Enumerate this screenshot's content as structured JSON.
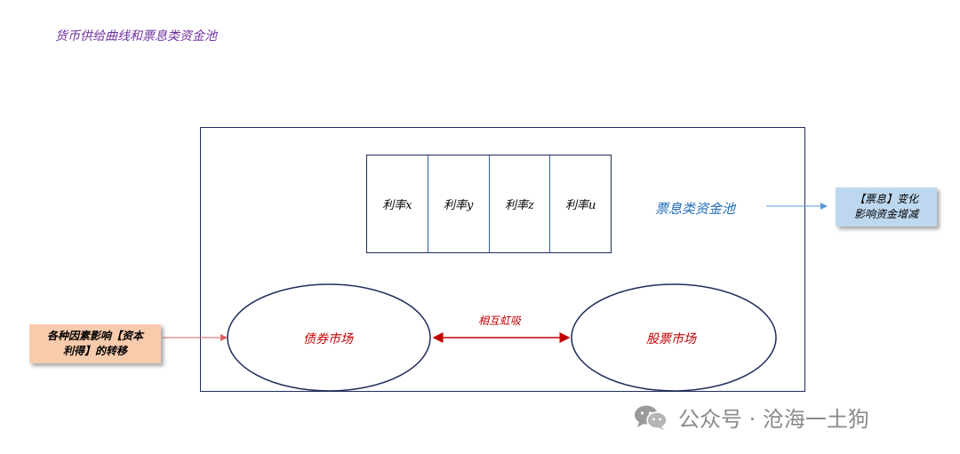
{
  "title": "货币供给曲线和票息类资金池",
  "rates": [
    "利率x",
    "利率y",
    "利率z",
    "利率u"
  ],
  "pool_label": "票息类资金池",
  "right_box": {
    "line1": "【票息】变化",
    "line2": "影响资金增减"
  },
  "left_box": {
    "line1": "各种因素影响【资本",
    "line2": "利得】的转移"
  },
  "bond_market": "债券市场",
  "stock_market": "股票市场",
  "siphon_label": "相互虹吸",
  "watermark": "公众号 · 沧海一土狗",
  "colors": {
    "title": "#7030a0",
    "pool": "#1f6bb5",
    "markets": "#c00000",
    "right_box": "#bdd7ee",
    "left_box": "#f8cbad"
  }
}
